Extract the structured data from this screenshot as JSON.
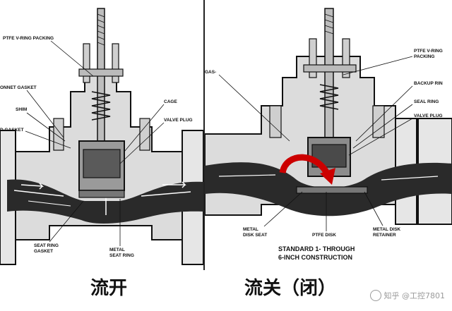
{
  "left_panel": {
    "caption": "流开",
    "labels": {
      "ptfe_v_ring_packing": "PTFE V-RING PACKING",
      "bonnet_gasket": "ONNET GASKET",
      "shim": "SHIM",
      "d_gasket": "D GASKET",
      "cage": "CAGE",
      "valve_plug": "VALVE PLUG",
      "seat_ring_gasket_1": "SEAT RING",
      "seat_ring_gasket_2": "GASKET",
      "metal_seat_ring_1": "METAL",
      "metal_seat_ring_2": "SEAT RING"
    }
  },
  "right_panel": {
    "caption": "流关（闭）",
    "labels": {
      "gas": "GAS-",
      "ptfe_v_ring_packing_1": "PTFE V-RING",
      "ptfe_v_ring_packing_2": "PACKING",
      "backup_ring": "BACKUP RIN",
      "seal_ring": "SEAL RING",
      "valve_plug": "VALVE PLUG",
      "metal_disk_seat_1": "METAL",
      "metal_disk_seat_2": "DISK SEAT",
      "ptfe_disk": "PTFE DISK",
      "metal_disk_retainer_1": "METAL DISK",
      "metal_disk_retainer_2": "RETAINER",
      "construction_1": "STANDARD 1- THROUGH",
      "construction_2": "6-INCH CONSTRUCTION"
    }
  },
  "watermark": "知乎 @工控7801",
  "colors": {
    "outline": "#111111",
    "body_gray": "#d8d8d8",
    "flow_dark": "#2a2a2a",
    "arrow_red": "#cc0000"
  }
}
